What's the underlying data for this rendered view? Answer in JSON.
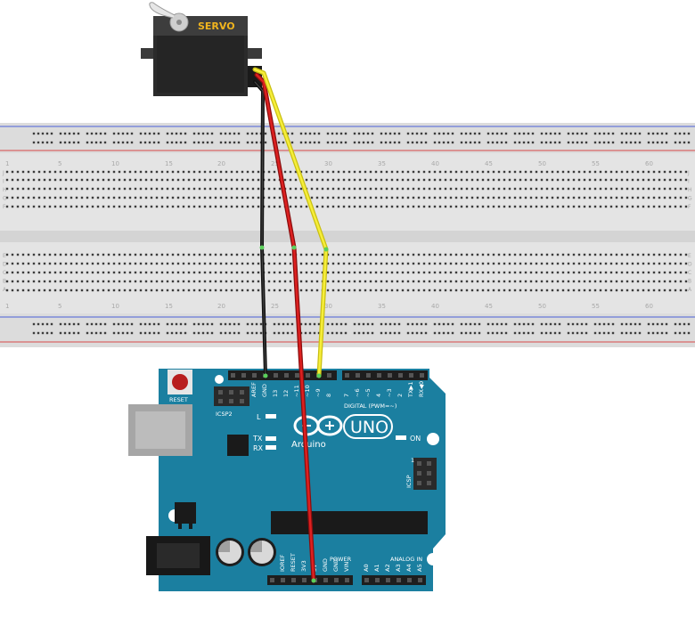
{
  "servo": {
    "label": "SERVO"
  },
  "breadboard": {
    "column_numbers": [
      "1",
      "5",
      "10",
      "15",
      "20",
      "25",
      "30",
      "35",
      "40",
      "45",
      "50",
      "55",
      "60"
    ],
    "rows_top": [
      "J",
      "I",
      "H",
      "G",
      "F"
    ],
    "rows_bottom": [
      "E",
      "D",
      "C",
      "B",
      "A"
    ]
  },
  "arduino": {
    "reset_label": "RESET",
    "icsp2_label": "ICSP2",
    "led_l": "L",
    "led_tx": "TX",
    "led_rx": "RX",
    "on_label": "ON",
    "logo_text": "Arduino",
    "uno_text": "UNO",
    "digital_label": "DIGITAL (PWM=~)",
    "icsp_label": "ICSP",
    "icsp_pin": "1",
    "power_label": "POWER",
    "analog_label": "ANALOG IN",
    "top_pins_left": [
      "AREF",
      "GND",
      "13",
      "12",
      "~11",
      "~10",
      "~9",
      "8"
    ],
    "top_pins_right": [
      "7",
      "~6",
      "~5",
      "4",
      "~3",
      "2",
      "TX▶1",
      "RX◀0"
    ],
    "power_pins": [
      "IOREF",
      "RESET",
      "3V3",
      "5V",
      "GND",
      "GND",
      "VIN"
    ],
    "analog_pins": [
      "A0",
      "A1",
      "A2",
      "A3",
      "A4",
      "A5"
    ]
  },
  "colors": {
    "wire_gnd": "#111111",
    "wire_power": "#cc1a1a",
    "wire_signal": "#f2e81e",
    "board": "#1b7fa0",
    "rail_red": "#d84a4a",
    "rail_blue": "#4a5fd8"
  }
}
